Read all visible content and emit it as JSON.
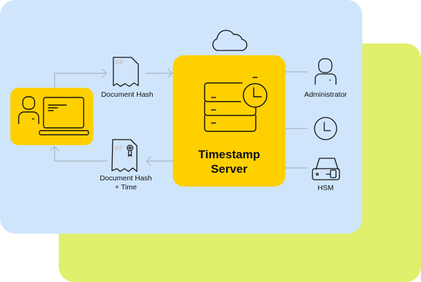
{
  "diagram": {
    "server_title_line1": "Timestamp",
    "server_title_line2": "Server",
    "request_label": "Document Hash",
    "response_label_line1": "Document Hash",
    "response_label_line2": "+  Time",
    "admin_label": "Administrator",
    "hsm_label": "HSM"
  },
  "colors": {
    "blue_panel": "#cfe5fb",
    "green_panel": "#e0ef6c",
    "accent_yellow": "#ffd000",
    "connector": "#a9b4c0"
  }
}
